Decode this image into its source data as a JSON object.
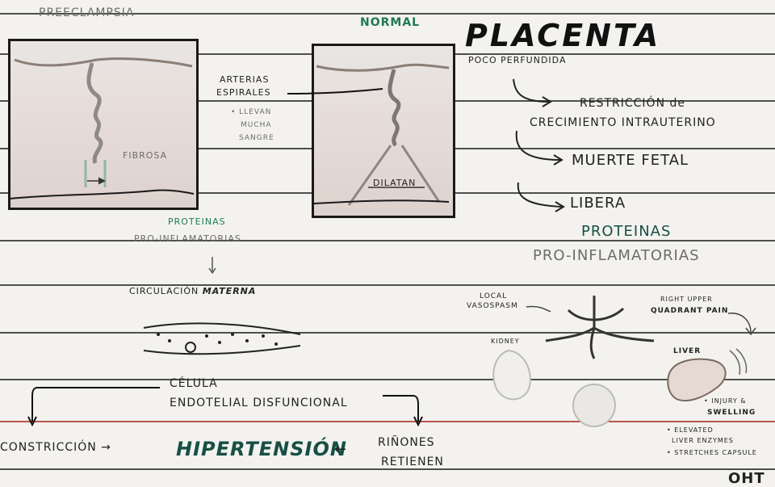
{
  "left": {
    "title": "PREECLAMPSIA",
    "fibrosa_label": "FIBROSA"
  },
  "middle": {
    "normal_label": "NORMAL",
    "arterias_label": "ARTERIAS",
    "espirales_label": "ESPIRALES",
    "note_lines": [
      "• LLEVAN",
      "MUCHA",
      "SANGRE"
    ],
    "dilatan_label": "DILATAN",
    "proteinas_label": "PROTEINAS",
    "proinflamatorias_label": "PRO-INFLAMATORIAS",
    "circulacion_prefix": "CIRCULACIÓN",
    "circulacion_bold": "MATERNA"
  },
  "right": {
    "placenta_title": "PLACENTA",
    "poco_perfundida": "POCO PERFUNDIDA",
    "restriccion_line1": "RESTRICCIÓN de",
    "restriccion_line2": "CRECIMIENTO INTRAUTERINO",
    "muerte_fetal": "MUERTE FETAL",
    "libera": "LIBERA",
    "proteinas_label": "PROTEINAS",
    "proinflamatorias_label": "PRO-INFLAMATORIAS",
    "local_label": "LOCAL",
    "vasospasm_label": "VASOSPASM",
    "pain_line1": "RIGHT UPPER",
    "pain_line2": "QUADRANT PAIN",
    "kidney_label": "KIDNEY",
    "liver_label": "LIVER",
    "injury_line1": "• INJURY &",
    "injury_line2": "SWELLING",
    "elevated_line1": "• ELEVATED",
    "elevated_line2": "LIVER ENZYMES",
    "stretches_line": "• STRETCHES CAPSULE"
  },
  "bottom": {
    "celula": "CÉLULA",
    "endotelial": "ENDOTELIAL DISFUNCIONAL",
    "constriccion": "CONSTRICCIÓN →",
    "hipertension": "HIPERTENSIÓN",
    "arrow_left": "←",
    "rinones": "RIÑONES",
    "retienen": "RETIENEN",
    "corner_text": "OHT"
  }
}
